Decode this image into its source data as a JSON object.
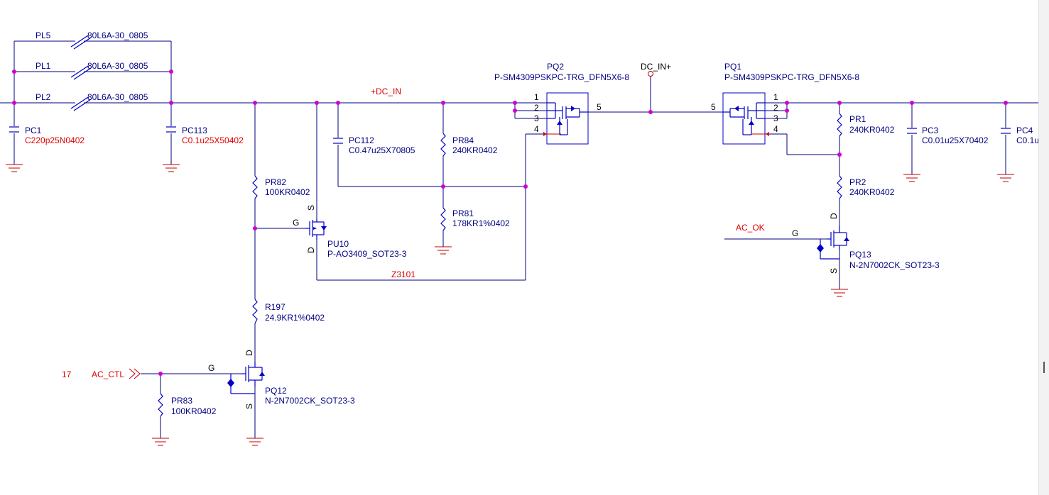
{
  "nets": {
    "dc_in": "+DC_IN",
    "dc_in_plus": "DC_IN+",
    "z3101": "Z3101",
    "ac_ok": "AC_OK",
    "ac_ctl": "AC_CTL",
    "ac_ctl_sheet": "17"
  },
  "inductors": [
    {
      "ref": "PL5",
      "value": "80L6A-30_0805"
    },
    {
      "ref": "PL1",
      "value": "80L6A-30_0805"
    },
    {
      "ref": "PL2",
      "value": "80L6A-30_0805"
    }
  ],
  "capacitors": {
    "pc1": {
      "ref": "PC1",
      "value": "C220p25N0402"
    },
    "pc113": {
      "ref": "PC113",
      "value": "C0.1u25X50402"
    },
    "pc112": {
      "ref": "PC112",
      "value": "C0.47u25X70805"
    },
    "pc3": {
      "ref": "PC3",
      "value": "C0.01u25X70402"
    },
    "pc4": {
      "ref": "PC4",
      "value": "C0.1u"
    }
  },
  "resistors": {
    "pr82": {
      "ref": "PR82",
      "value": "100KR0402"
    },
    "pr84": {
      "ref": "PR84",
      "value": "240KR0402"
    },
    "pr81": {
      "ref": "PR81",
      "value": "178KR1%0402"
    },
    "r197": {
      "ref": "R197",
      "value": "24.9KR1%0402"
    },
    "pr83": {
      "ref": "PR83",
      "value": "100KR0402"
    },
    "pr1": {
      "ref": "PR1",
      "value": "240KR0402"
    },
    "pr2": {
      "ref": "PR2",
      "value": "240KR0402"
    }
  },
  "transistors": {
    "pq2": {
      "ref": "PQ2",
      "value": "P-SM4309PSKPC-TRG_DFN5X6-8"
    },
    "pq1": {
      "ref": "PQ1",
      "value": "P-SM4309PSKPC-TRG_DFN5X6-8"
    },
    "pu10": {
      "ref": "PU10",
      "value": "P-AO3409_SOT23-3"
    },
    "pq12": {
      "ref": "PQ12",
      "value": "N-2N7002CK_SOT23-3"
    },
    "pq13": {
      "ref": "PQ13",
      "value": "N-2N7002CK_SOT23-3"
    }
  },
  "pins": {
    "p1": "1",
    "p2": "2",
    "p3": "3",
    "p4": "4",
    "p5": "5",
    "g": "G",
    "s": "S",
    "d": "D"
  },
  "colors": {
    "wire": "#000080",
    "symbol": "#0000c8",
    "label": "#e00000",
    "junction": "#d000d0"
  }
}
